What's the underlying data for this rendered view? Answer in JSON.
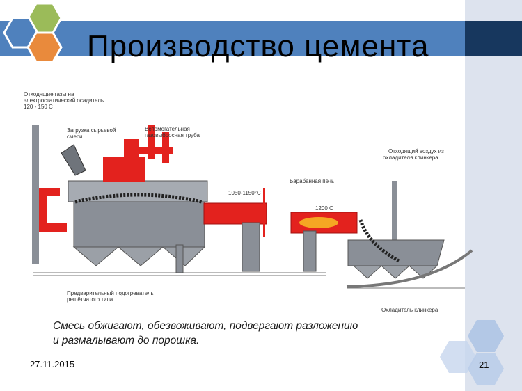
{
  "slide": {
    "title": "Производство цемента",
    "caption_line1": "Смесь  обжигают, обезвоживают, подвергают разложению",
    "caption_line2": "и размалывают до порошка.",
    "date": "27.11.2015",
    "page_number": "21"
  },
  "diagram_labels": {
    "gas_line1": "Отходящие газы на",
    "gas_line2": "электростатический осадитель",
    "gas_line3": "120 - 150 С",
    "load_line1": "Загрузка сырьевой",
    "load_line2": "смеси",
    "aux_line1": "Вспомогательная",
    "aux_line2": "газовыбросная труба",
    "temp1": "1050-1150°С",
    "kiln": "Барабанная печь",
    "temp2": "1200 С",
    "air_line1": "Отходящий воздух из",
    "air_line2": "охладителя клинкера",
    "preheater_line1": "Предварительный подогреватель",
    "preheater_line2": "решётчатого типа",
    "cooler": "Охладитель клинкера"
  },
  "colors": {
    "title_band": "#4f81bd",
    "title_band_dark": "#17375e",
    "side_strip": "#dde3ee",
    "pipe_red": "#e3221e",
    "machine_gray": "#8a8f97",
    "hex_blue": "#4f81bd",
    "hex_green": "#9bbb59",
    "hex_orange": "#e98a3c"
  }
}
